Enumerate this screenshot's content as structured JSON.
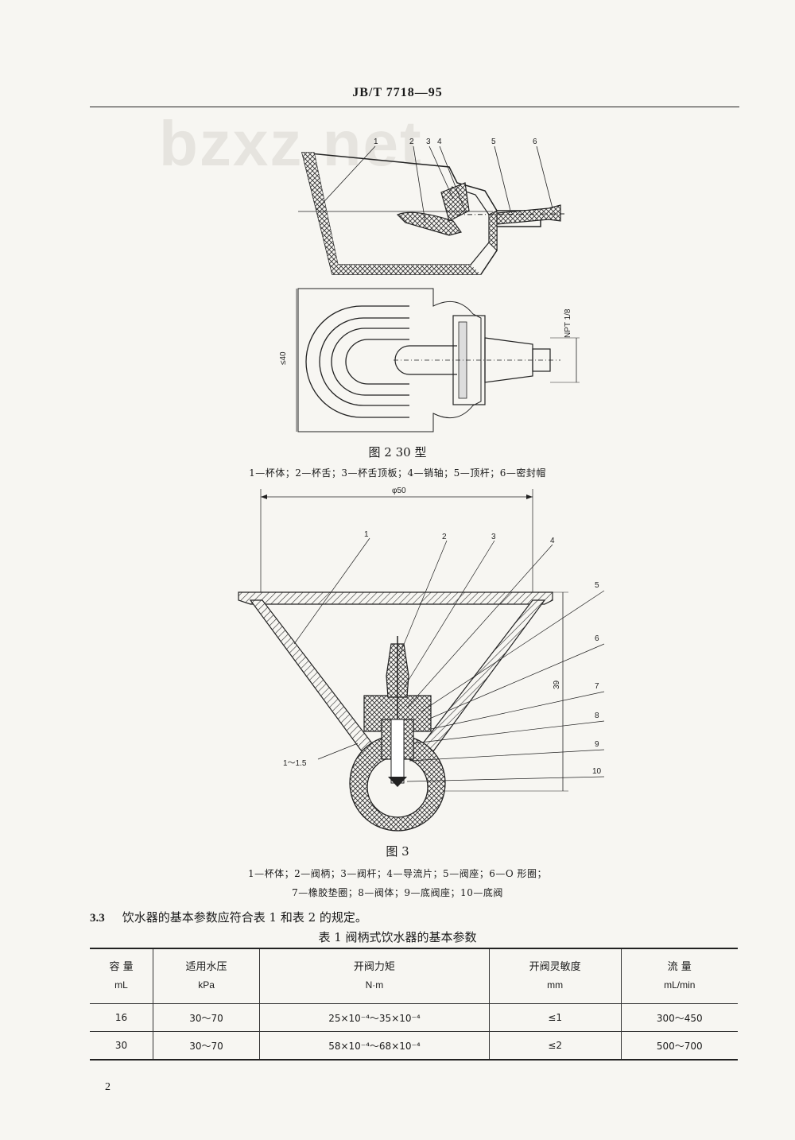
{
  "header": {
    "standard_code": "JB/T 7718—95"
  },
  "watermark": {
    "text": "bzxz.net"
  },
  "figure2": {
    "caption": "图 2   30 型",
    "legend": "1—杯体；2—杯舌；3—杯舌顶板；4—销轴；5—顶杆；6—密封帽",
    "callouts": [
      "1",
      "2",
      "3",
      "4",
      "5",
      "6"
    ],
    "dim_height": "≤40",
    "thread": "NPT 1/8"
  },
  "figure3": {
    "caption": "图 3",
    "legend_line1": "1—杯体；2—阀柄；3—阀杆；4—导流片；5—阀座；6—O 形圈；",
    "legend_line2": "7—橡胶垫圈；8—阀体；9—底阀座；10—底阀",
    "callouts": [
      "1",
      "2",
      "3",
      "4",
      "5",
      "6",
      "7",
      "8",
      "9",
      "10"
    ],
    "dim_diameter": "φ50",
    "dim_height": "39",
    "dim_wall": "1～1.5"
  },
  "section": {
    "number": "3.3",
    "text": "饮水器的基本参数应符合表 1 和表 2 的规定。"
  },
  "table1": {
    "title": "表 1   阀柄式饮水器的基本参数",
    "headers": [
      {
        "name": "容  量",
        "unit": "mL"
      },
      {
        "name": "适用水压",
        "unit": "kPa"
      },
      {
        "name": "开阀力矩",
        "unit": "N·m"
      },
      {
        "name": "开阀灵敏度",
        "unit": "mm"
      },
      {
        "name": "流   量",
        "unit": "mL/min"
      }
    ],
    "rows": [
      [
        "16",
        "30～70",
        "25×10⁻⁴～35×10⁻⁴",
        "≤1",
        "300～450"
      ],
      [
        "30",
        "30～70",
        "58×10⁻⁴～68×10⁻⁴",
        "≤2",
        "500～700"
      ]
    ]
  },
  "page": {
    "number": "2"
  }
}
